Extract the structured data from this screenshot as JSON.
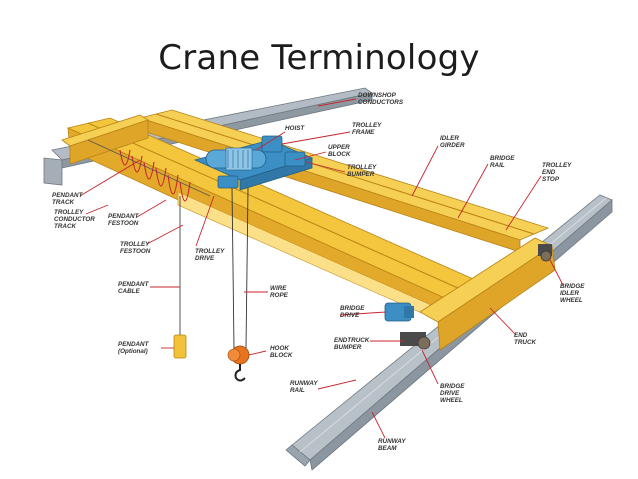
{
  "title": "Crane Terminology",
  "colors": {
    "yellow": "#f2c33a",
    "yellow_dark": "#d99a1e",
    "yellow_light": "#fbe089",
    "steel": "#9aa4ad",
    "steel_dark": "#6e7780",
    "blue": "#3b8fc4",
    "leader": "#c8252d",
    "hook": "#e8731f",
    "label": "#333333"
  },
  "labels": {
    "downshop_conductors": [
      "DOWNSHOP",
      "CONDUCTORS"
    ],
    "hoist": [
      "HOIST"
    ],
    "trolley_frame": [
      "TROLLEY",
      "FRAME"
    ],
    "upper_block": [
      "UPPER",
      "BLOCK"
    ],
    "trolley_bumper": [
      "TROLLEY",
      "BUMPER"
    ],
    "idler_girder": [
      "IDLER",
      "GIRDER"
    ],
    "bridge_rail": [
      "BRIDGE",
      "RAIL"
    ],
    "trolley_end_stop": [
      "TROLLEY",
      "END",
      "STOP"
    ],
    "pendant_track": [
      "PENDANT",
      "TRACK"
    ],
    "trolley_conductor_track": [
      "TROLLEY",
      "CONDUCTOR",
      "TRACK"
    ],
    "pendant_festoon": [
      "PENDANT",
      "FESTOON"
    ],
    "trolley_festoon": [
      "TROLLEY",
      "FESTOON"
    ],
    "trolley_drive": [
      "TROLLEY",
      "DRIVE"
    ],
    "pendant_cable": [
      "PENDANT",
      "CABLE"
    ],
    "wire_rope": [
      "WIRE",
      "ROPE"
    ],
    "bridge_drive": [
      "BRIDGE",
      "DRIVE"
    ],
    "bridge_idler_wheel": [
      "BRIDGE",
      "IDLER",
      "WHEEL"
    ],
    "endtruck_bumper": [
      "ENDTRUCK",
      "BUMPER"
    ],
    "end_truck": [
      "END",
      "TRUCK"
    ],
    "pendant_optional": [
      "PENDANT",
      "(Optional)"
    ],
    "hook_block": [
      "HOOK",
      "BLOCK"
    ],
    "runway_rail": [
      "RUNWAY",
      "RAIL"
    ],
    "bridge_drive_wheel": [
      "BRIDGE",
      "DRIVE",
      "WHEEL"
    ],
    "runway_beam": [
      "RUNWAY",
      "BEAM"
    ]
  }
}
